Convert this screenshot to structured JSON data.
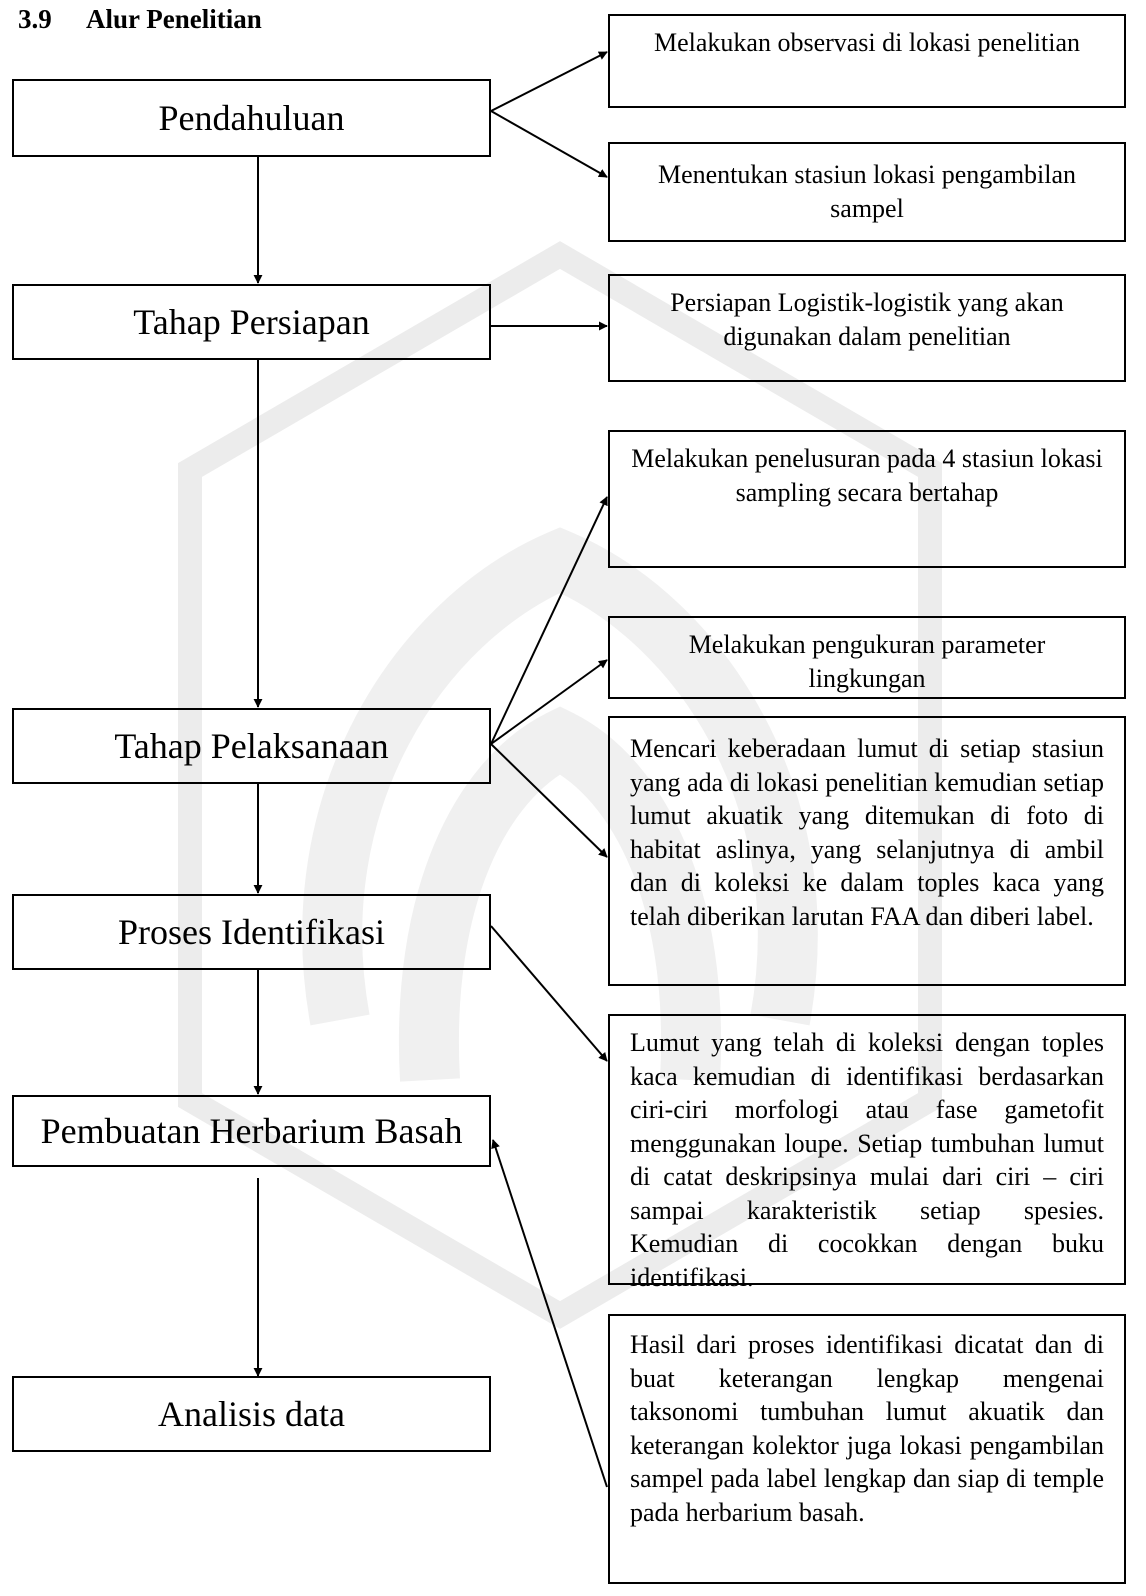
{
  "section": {
    "number": "3.9",
    "title": "Alur Penelitian"
  },
  "steps": [
    "Pendahuluan",
    "Tahap Persiapan",
    "Tahap Pelaksanaan",
    "Proses Identifikasi",
    "Pembuatan Herbarium Basah",
    "Analisis data"
  ],
  "notes": [
    "Melakukan observasi di lokasi penelitian",
    "Menentukan stasiun lokasi pengambilan sampel",
    "Persiapan Logistik-logistik yang akan digunakan dalam penelitian",
    "Melakukan penelusuran pada 4 stasiun lokasi sampling secara bertahap",
    "Melakukan pengukuran parameter lingkungan",
    "Mencari keberadaan lumut di setiap stasiun  yang ada di lokasi penelitian kemudian setiap lumut akuatik yang ditemukan di foto di habitat aslinya, yang selanjutnya di ambil dan di koleksi ke dalam toples kaca yang telah diberikan larutan FAA dan diberi label.",
    "Lumut yang telah di koleksi dengan toples kaca kemudian di identifikasi berdasarkan ciri-ciri morfologi atau fase gametofit menggunakan loupe. Setiap tumbuhan lumut di catat deskripsinya mulai dari ciri – ciri sampai karakteristik setiap spesies. Kemudian di cocokkan dengan buku identifikasi.",
    "Hasil dari proses identifikasi dicatat dan di buat keterangan lengkap mengenai taksonomi tumbuhan lumut akuatik dan keterangan kolektor juga lokasi pengambilan sampel pada label lengkap dan siap di temple pada herbarium basah."
  ],
  "colors": {
    "line": "#000000",
    "watermark": "#e8e8e8"
  }
}
